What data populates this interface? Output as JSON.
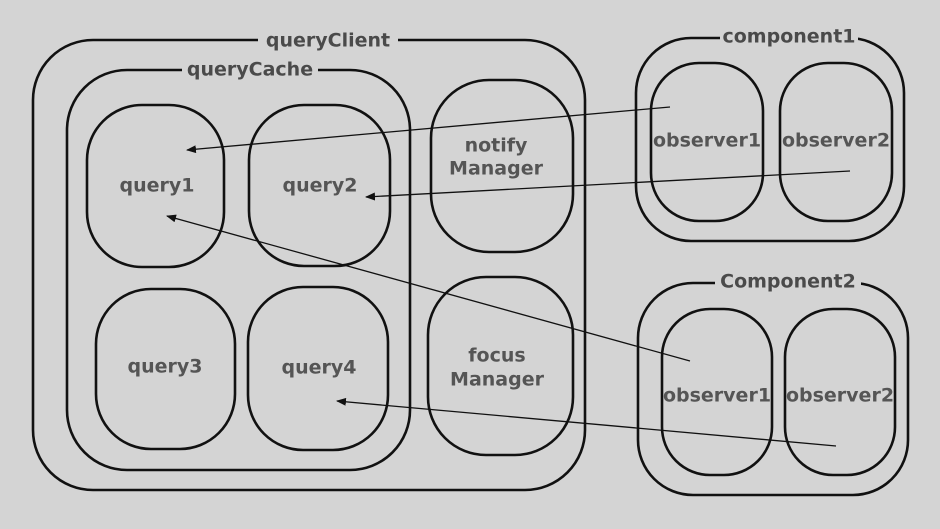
{
  "containers": {
    "query_client": {
      "title": "queryClient"
    },
    "query_cache": {
      "title": "queryCache"
    },
    "component1": {
      "title": "component1"
    },
    "component2": {
      "title": "Component2"
    }
  },
  "nodes": {
    "query1": "query1",
    "query2": "query2",
    "query3": "query3",
    "query4": "query4",
    "notify_manager": [
      "notify",
      "Manager"
    ],
    "focus_manager": [
      "focus",
      "Manager"
    ],
    "c1_observer1": "observer1",
    "c1_observer2": "observer2",
    "c2_observer1": "observer1",
    "c2_observer2": "observer2"
  },
  "colors": {
    "background": "#d4d4d4",
    "stroke": "#111111",
    "label": "#555555",
    "title": "#4a4a4a"
  }
}
